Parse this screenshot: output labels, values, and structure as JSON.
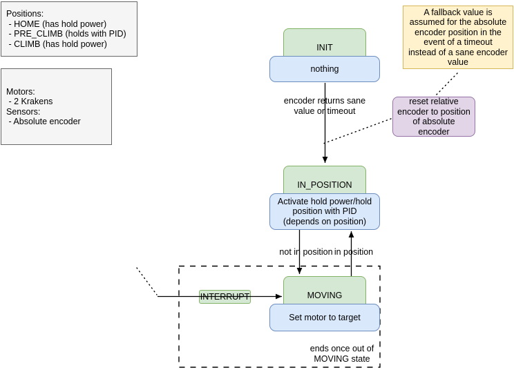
{
  "diagram": {
    "kind": "state-machine",
    "background": "#ffffff"
  },
  "notes": {
    "positions": "Positions:\n - HOME (has hold power)\n - PRE_CLIMB (holds with PID)\n - CLIMB (has hold power)",
    "hardware": "Motors:\n - 2 Krakens\nSensors:\n - Absolute encoder",
    "fallback": "A fallback value is\nassumed for the absolute\nencoder position in the\nevent of a timeout\ninstead of a sane encoder\nvalue",
    "reset_encoder": "reset relative\nencoder to position\nof absolute\nencoder"
  },
  "states": {
    "init": {
      "title": "INIT",
      "action": "nothing"
    },
    "in_position": {
      "title": "IN_POSITION",
      "action": "Activate hold power/hold\nposition with PID\n(depends on position)"
    },
    "moving": {
      "title": "MOVING",
      "action": "Set motor to target"
    },
    "interrupt": {
      "title": "INTERRUPT"
    }
  },
  "edge_labels": {
    "init_to_in_position": "encoder returns sane\nvalue or timeout",
    "not_in_position": "not in position",
    "in_position": "in position",
    "moving_scope_note": "ends once out of\nMOVING state"
  },
  "palette": {
    "state_fill": "#d5e8d4",
    "state_border": "#82b366",
    "action_fill": "#dae8fc",
    "action_border": "#6c8ebf",
    "note_fill": "#fff2cc",
    "note_border": "#d6b656",
    "callout_fill": "#e1d5e7",
    "callout_border": "#9673a6",
    "gray_fill": "#f5f5f5",
    "gray_border": "#666666",
    "line": "#000000"
  }
}
